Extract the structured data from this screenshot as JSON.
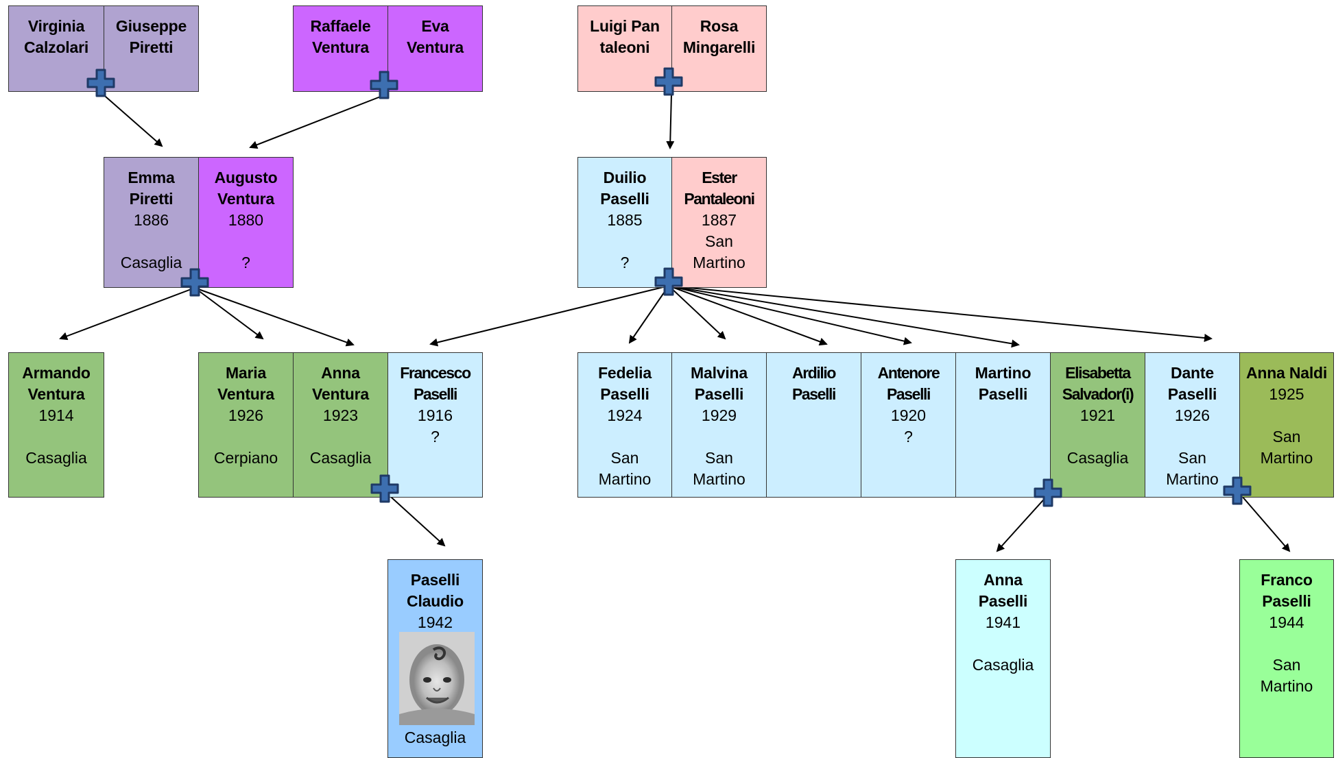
{
  "people": {
    "virginia_calzolari": {
      "name": "Virginia Calzolari"
    },
    "giuseppe_piretti": {
      "name": "Giuseppe Piretti"
    },
    "raffaele_ventura": {
      "name": "Raffaele Ventura"
    },
    "eva_ventura": {
      "name": "Eva Ventura"
    },
    "luigi_pantaleoni": {
      "name": "Luigi Pantaleoni"
    },
    "rosa_mingarelli": {
      "name": "Rosa Mingarelli"
    },
    "emma_piretti": {
      "name": "Emma Piretti",
      "year": "1886",
      "place": "Casaglia"
    },
    "augusto_ventura": {
      "name": "Augusto Ventura",
      "year": "1880",
      "place": "?"
    },
    "duilio_paselli": {
      "name": "Duilio Paselli",
      "year": "1885",
      "place": "?"
    },
    "ester_pantaleoni": {
      "name": "Ester Pantaleoni",
      "year": "1887",
      "place": "San Martino"
    },
    "armando_ventura": {
      "name": "Armando Ventura",
      "year": "1914",
      "place": "Casaglia"
    },
    "maria_ventura": {
      "name": "Maria Ventura",
      "year": "1926",
      "place": "Cerpiano"
    },
    "anna_ventura": {
      "name": "Anna Ventura",
      "year": "1923",
      "place": "Casaglia"
    },
    "francesco_paselli": {
      "name": "Francesco Paselli",
      "year": "1916",
      "place": "?"
    },
    "fedelia_paselli": {
      "name": "Fedelia Paselli",
      "year": "1924",
      "place": "San Martino"
    },
    "malvina_paselli": {
      "name": "Malvina Paselli",
      "year": "1929",
      "place": "San Martino"
    },
    "ardilio_paselli": {
      "name": "Ardilio Paselli"
    },
    "antenore_paselli": {
      "name": "Antenore Paselli",
      "year": "1920",
      "place": "?"
    },
    "martino_paselli": {
      "name": "Martino Paselli"
    },
    "elisabetta_salvador": {
      "name": "Elisabetta Salvador(i)",
      "year": "1921",
      "place": "Casaglia"
    },
    "dante_paselli": {
      "name": "Dante Paselli",
      "year": "1926",
      "place": "San Martino"
    },
    "anna_naldi": {
      "name": "Anna Naldi",
      "year": "1925",
      "place": "San Martino"
    },
    "paselli_claudio": {
      "name": "Paselli Claudio",
      "year": "1942",
      "place": "Casaglia"
    },
    "anna_paselli": {
      "name": "Anna Paselli",
      "year": "1941",
      "place": "Casaglia"
    },
    "franco_paselli": {
      "name": "Franco Paselli",
      "year": "1944",
      "place": "San Martino"
    }
  },
  "colors": {
    "lilac": "#b0a3d0",
    "magenta": "#cc66ff",
    "pink": "#ffcccc",
    "sky_blue": "#cceeff",
    "green": "#94c47c",
    "olive": "#9bbb59",
    "cyan": "#ccffff",
    "light_green": "#99ff99",
    "blue": "#99ccff",
    "marriage_icon": "#3d6fb0"
  },
  "icons": {
    "marriage": "plus-icon",
    "photo": "baby-photo"
  }
}
